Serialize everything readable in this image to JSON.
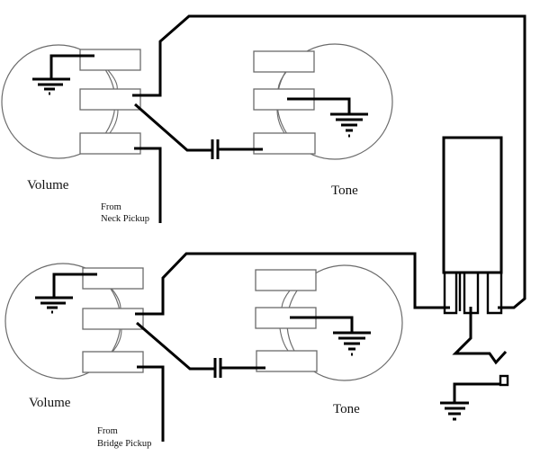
{
  "diagram": {
    "title": "",
    "kind": "guitar wiring schematic",
    "colors": {
      "wire": "#000000",
      "component_outline": "#6b6b6b",
      "background": "#ffffff",
      "text": "#111111"
    },
    "controls": [
      {
        "id": "upper-volume",
        "label": "Volume",
        "type": "potentiometer"
      },
      {
        "id": "upper-tone",
        "label": "Tone",
        "type": "potentiometer"
      },
      {
        "id": "lower-volume",
        "label": "Volume",
        "type": "potentiometer"
      },
      {
        "id": "lower-tone",
        "label": "Tone",
        "type": "potentiometer"
      }
    ],
    "pickup_labels": {
      "neck": {
        "line1": "From",
        "line2": "Neck Pickup"
      },
      "bridge": {
        "line1": "From",
        "line2": "Bridge Pickup"
      }
    },
    "components": {
      "capacitors": 2,
      "grounds": 5,
      "toggle_switch": "3-way pickup selector",
      "output_jack": "output jack (tip + sleeve)"
    }
  }
}
